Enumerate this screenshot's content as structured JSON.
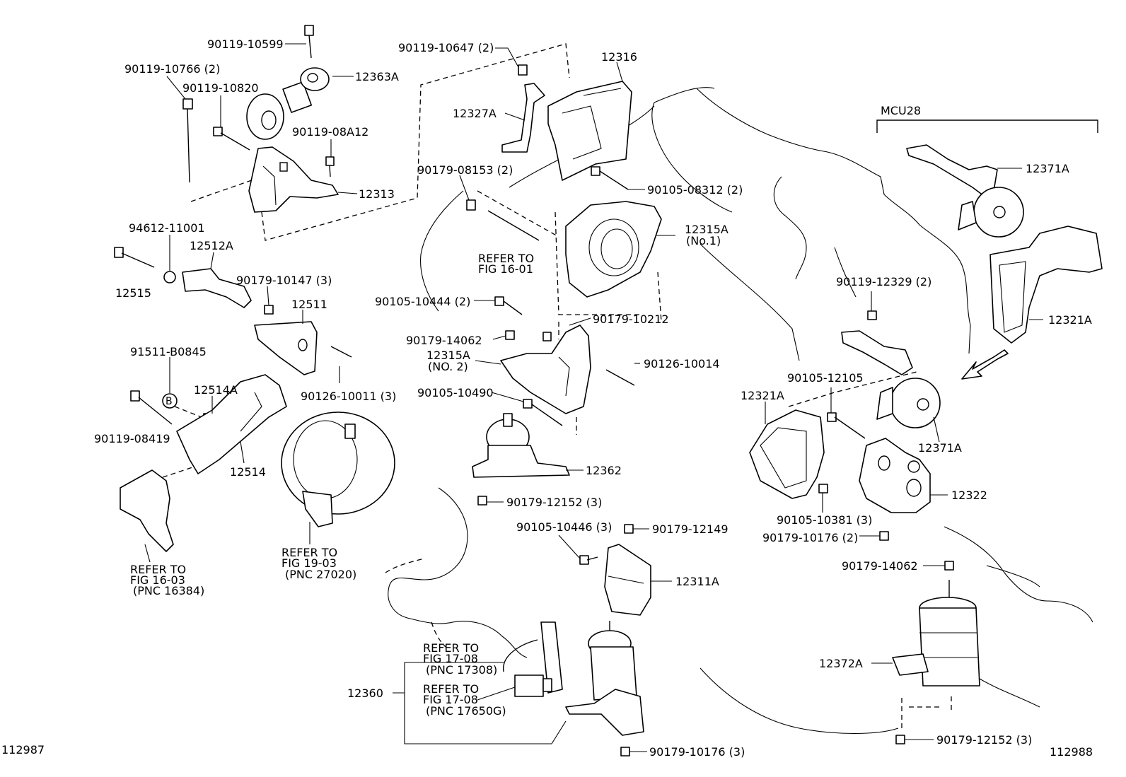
{
  "figure_ids": {
    "left": "112987",
    "right": "112988"
  },
  "group_label": "MCU28",
  "callout_letter": "B",
  "labels": {
    "p90119_10599": "90119-10599",
    "p90119_10766": "90119-10766 (2)",
    "p12363A": "12363A",
    "p90119_10820": "90119-10820",
    "p90119_08A12": "90119-08A12",
    "p12313": "12313",
    "p94612_11001": "94612-11001",
    "p12512A": "12512A",
    "p90179_10147": "90179-10147 (3)",
    "p12515": "12515",
    "p12511": "12511",
    "p91511_B0845": "91511-B0845",
    "p12514A": "12514A",
    "p90126_10011": "90126-10011 (3)",
    "p90119_08419": "90119-08419",
    "p12514": "12514",
    "ref_16_03_a": "REFER TO",
    "ref_16_03_b": "FIG 16-03",
    "ref_16_03_c": "(PNC 16384)",
    "ref_19_03_a": "REFER TO",
    "ref_19_03_b": "FIG 19-03",
    "ref_19_03_c": "(PNC 27020)",
    "p90119_10647": "90119-10647 (2)",
    "p12316": "12316",
    "p12327A": "12327A",
    "p90179_08153": "90179-08153 (2)",
    "p90105_08312": "90105-08312 (2)",
    "p12315A_1a": "12315A",
    "p12315A_1b": "(No.1)",
    "ref_16_01_a": "REFER TO",
    "ref_16_01_b": "FIG 16-01",
    "p90105_10444": "90105-10444 (2)",
    "p90179_10212": "90179-10212",
    "p90179_14062_a": "90179-14062",
    "p12315A_2a": "12315A",
    "p12315A_2b": "(NO. 2)",
    "p90126_10014": "90126-10014",
    "p90105_10490": "90105-10490",
    "p12362": "12362",
    "p90179_12152_a": "90179-12152 (3)",
    "p90105_10446": "90105-10446 (3)",
    "p90179_12149": "90179-12149",
    "p12311A": "12311A",
    "ref_17_08_a1": "REFER TO",
    "ref_17_08_a2": "FIG 17-08",
    "ref_17_08_a3": "(PNC 17308)",
    "ref_17_08_b1": "REFER TO",
    "ref_17_08_b2": "FIG 17-08",
    "ref_17_08_b3": "(PNC 17650G)",
    "p12360": "12360",
    "p90179_10176_a": "90179-10176 (3)",
    "p12371A_a": "12371A",
    "p12321A_a": "12321A",
    "p90119_12329": "90119-12329 (2)",
    "p90105_12105": "90105-12105",
    "p12321A_b": "12321A",
    "p12371A_b": "12371A",
    "p12322": "12322",
    "p90105_10381": "90105-10381 (3)",
    "p90179_10176_b": "90179-10176 (2)",
    "p90179_14062_b": "90179-14062",
    "p12372A": "12372A",
    "p90179_12152_b": "90179-12152 (3)"
  }
}
